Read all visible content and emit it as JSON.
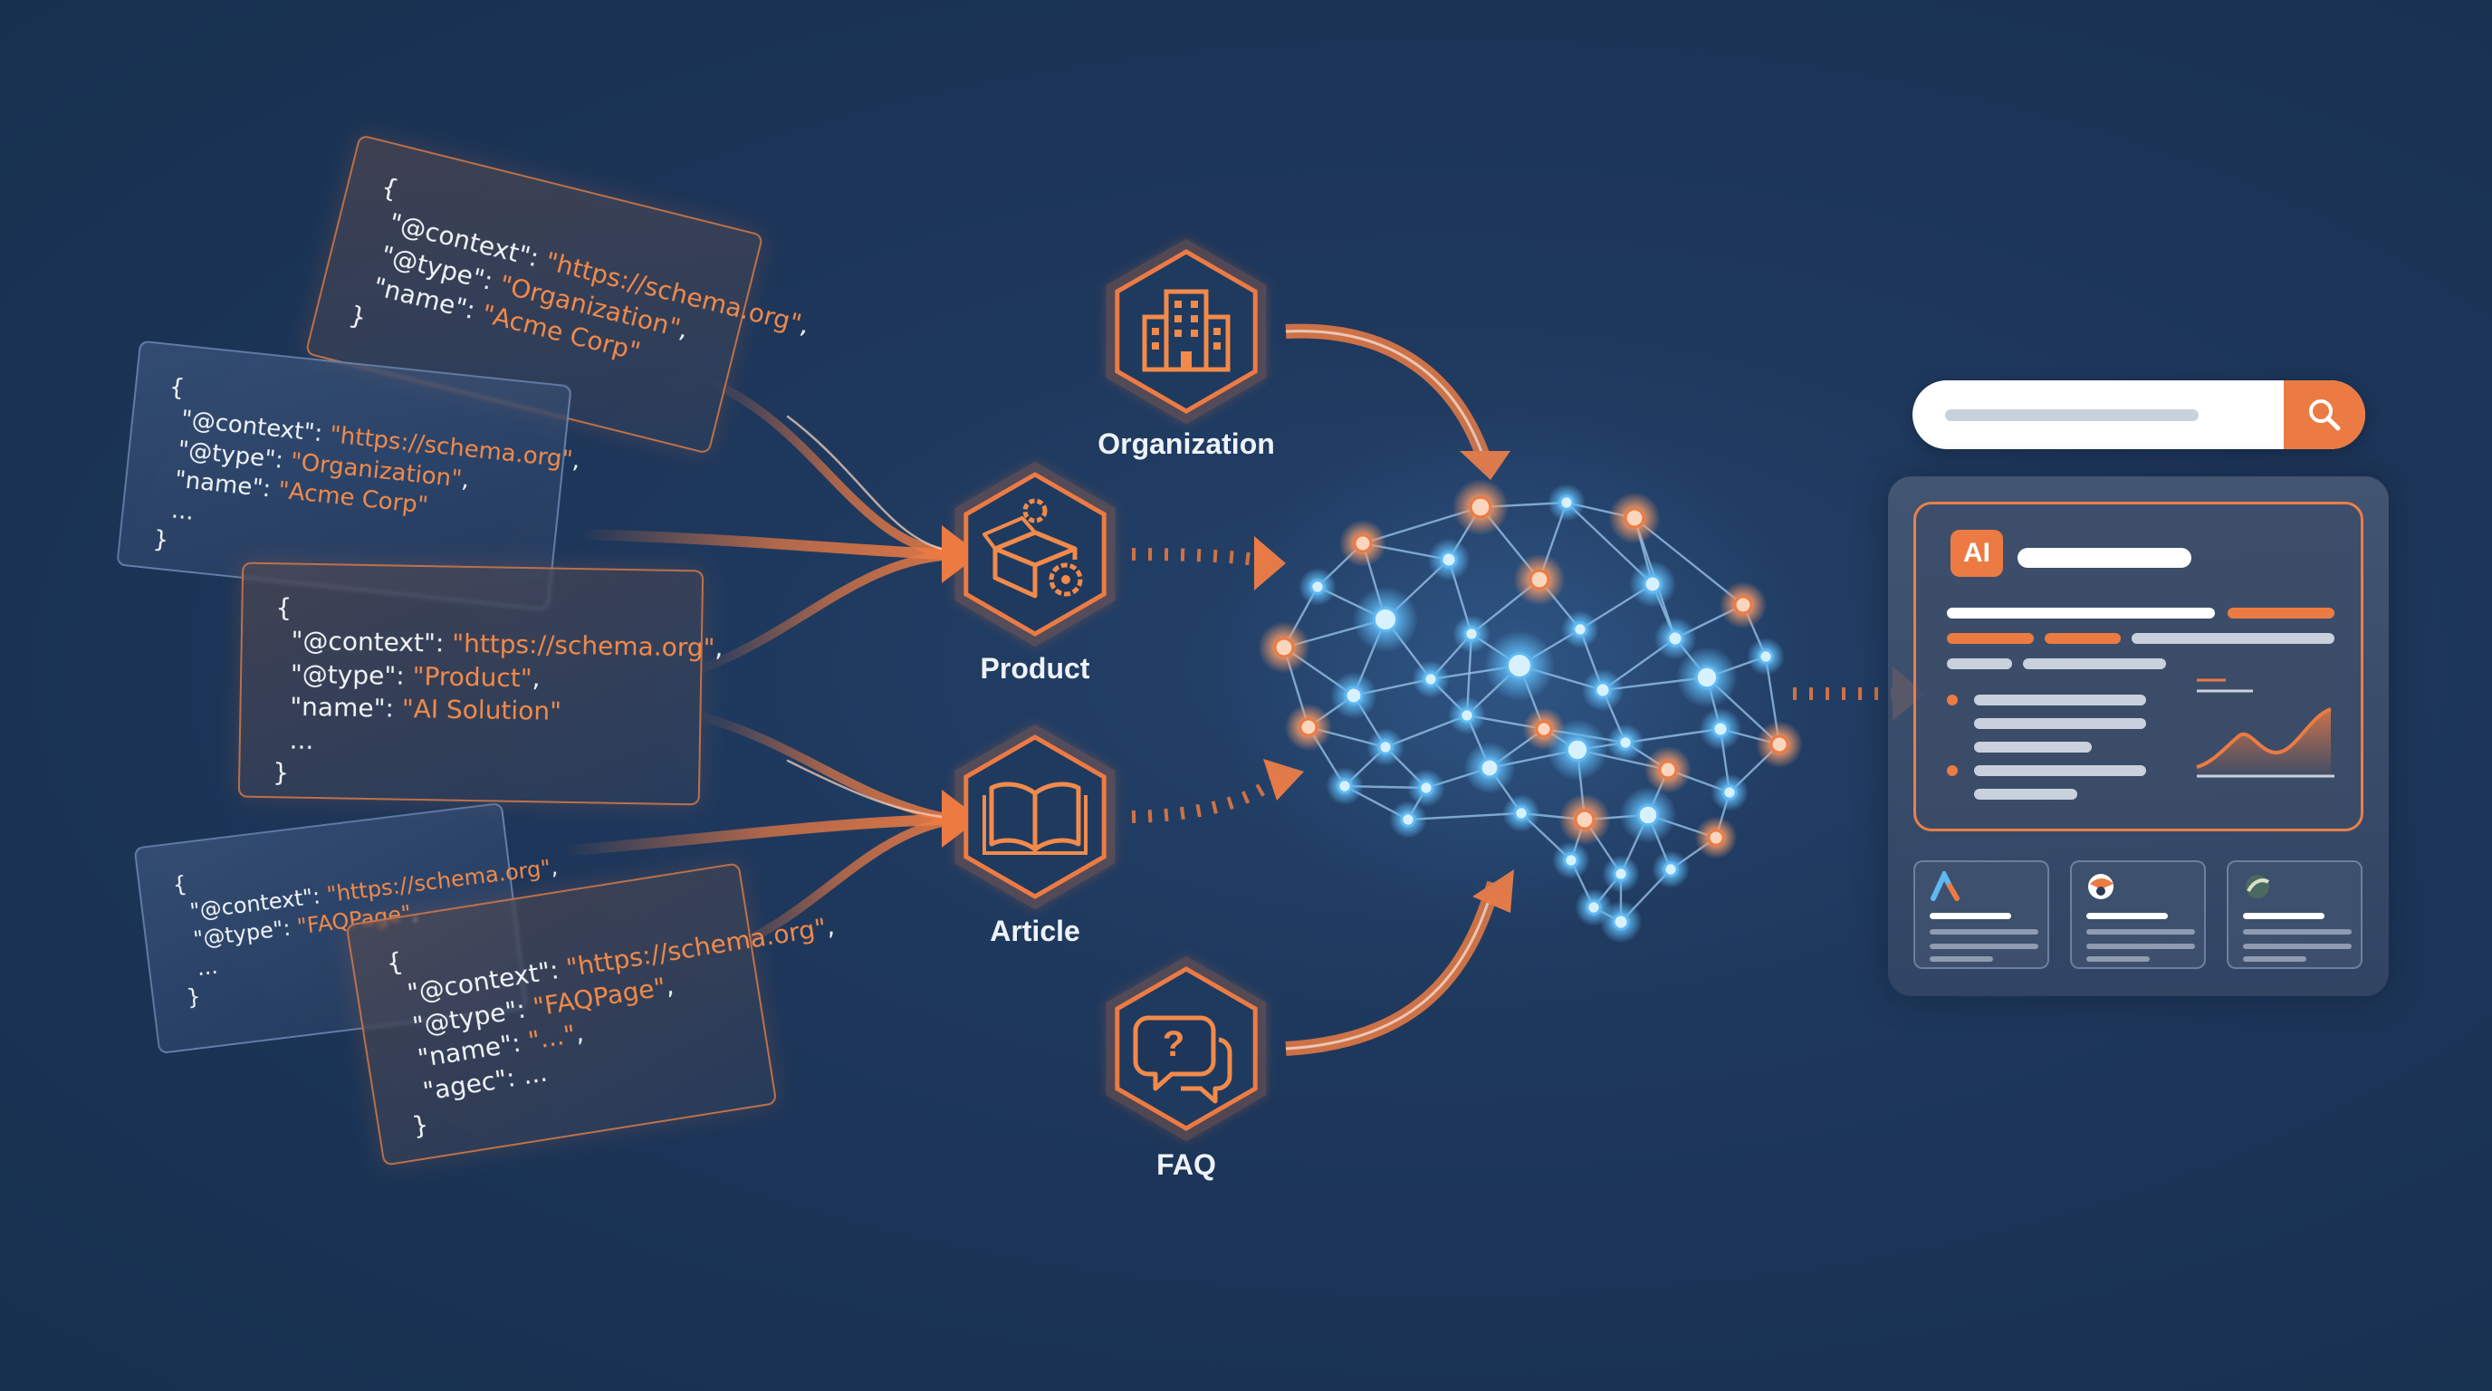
{
  "colors": {
    "background": "#1d365a",
    "accent": "#ec7b43",
    "node_blue": "#5fb8f2",
    "node_orange": "#f29a6a",
    "text": "#eef2f7"
  },
  "code_cards": [
    {
      "style": "orange",
      "lines": [
        {
          "t": "{"
        },
        {
          "k": "  \"@context\": ",
          "v": "\"https://schema.org\"",
          "s": ","
        },
        {
          "k": "  \"@type\": ",
          "v": "\"Organization\"",
          "s": ","
        },
        {
          "k": "  \"name\": ",
          "v": "\"Acme Corp\""
        },
        {
          "t": "}"
        }
      ]
    },
    {
      "style": "blue",
      "lines": [
        {
          "t": "{"
        },
        {
          "k": "  \"@context\": ",
          "v": "\"https://schema.org\"",
          "s": ","
        },
        {
          "k": "  \"@type\": ",
          "v": "\"Organization\"",
          "s": ","
        },
        {
          "k": "  \"name\": ",
          "v": "\"Acme Corp\""
        },
        {
          "t": "  ..."
        },
        {
          "t": "}"
        }
      ]
    },
    {
      "style": "orange",
      "lines": [
        {
          "t": "{"
        },
        {
          "k": "  \"@context\": ",
          "v": "\"https://schema.org\"",
          "s": ","
        },
        {
          "k": "  \"@type\": ",
          "v": "\"Product\"",
          "s": ","
        },
        {
          "k": "  \"name\": ",
          "v": "\"AI Solution\""
        },
        {
          "t": "  ..."
        },
        {
          "t": "}"
        }
      ]
    },
    {
      "style": "blue",
      "lines": [
        {
          "t": "{"
        },
        {
          "k": "  \"@context\": ",
          "v": "\"https://schema.org\"",
          "s": ","
        },
        {
          "k": "  \"@type\": ",
          "v": "\"FAQPage\"",
          "s": ","
        },
        {
          "t": "  ..."
        },
        {
          "t": "}"
        }
      ]
    },
    {
      "style": "orange",
      "lines": [
        {
          "t": "{"
        },
        {
          "k": "  \"@context\": ",
          "v": "\"https://schema.org\"",
          "s": ","
        },
        {
          "k": "  \"@type\": ",
          "v": "\"FAQPage\"",
          "s": ","
        },
        {
          "k": "  \"name\": ",
          "v": "\"...\"",
          "s": ","
        },
        {
          "k": "  \"agec\": ",
          "v": "...",
          "vplain": true
        },
        {
          "t": "}"
        }
      ]
    }
  ],
  "entities": [
    {
      "label": "Organization",
      "icon": "building-icon"
    },
    {
      "label": "Product",
      "icon": "product-box-icon"
    },
    {
      "label": "Article",
      "icon": "open-book-icon"
    },
    {
      "label": "FAQ",
      "icon": "faq-chat-icon"
    }
  ],
  "network": {
    "icon": "neural-network-brain-icon"
  },
  "search": {
    "icon": "search-icon"
  },
  "result": {
    "badge": "AI"
  }
}
